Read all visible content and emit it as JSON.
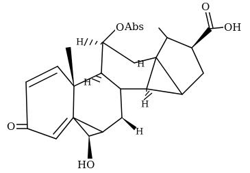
{
  "atom_labels": {
    "ketone_oxygen": "O",
    "ether_oxygen": "O",
    "abs_flag": "Abs",
    "acid_carbonyl_oxygen": "O",
    "acid_hydroxyl": "OH",
    "ring_hydroxyl": "HO",
    "h_c8": "H",
    "h_c9": "H",
    "h_c11": "H",
    "h_c14": "H",
    "h_bridge": "H"
  }
}
